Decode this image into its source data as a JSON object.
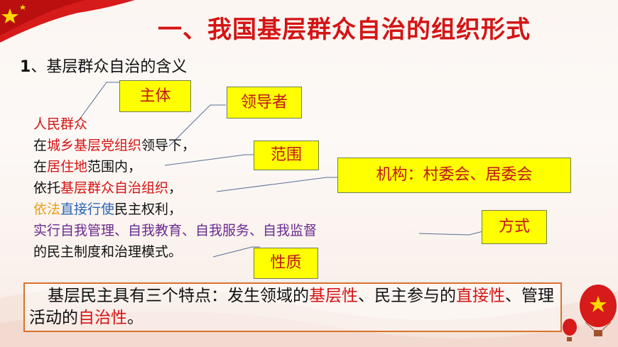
{
  "title": "一、我国基层群众自治的组织形式",
  "subtitle": {
    "num": "1",
    "text": "、基层群众自治的含义"
  },
  "labels": {
    "subject": "主体",
    "leader": "领导者",
    "scope": "范围",
    "organ": "机构：村委会、居委会",
    "method": "方式",
    "nature": "性质"
  },
  "definition": {
    "line1": "人民群众",
    "line2_a": "在",
    "line2_b": "城乡基层党组织",
    "line2_c": "领导下，",
    "line3_a": "在",
    "line3_b": "居住地",
    "line3_c": "范围内，",
    "line4_a": "依托",
    "line4_b": "基层群众自治组织",
    "line4_c": "，",
    "line5_a": "依法",
    "line5_b": "直接行使",
    "line5_c": "民主权利，",
    "line6": "实行自我管理、自我教育、自我服务、自我监督",
    "line7": "的民主制度和治理模式。"
  },
  "traits": {
    "a": "基层民主具有三个特点：发生领域的",
    "b": "基层性",
    "c": "、民主参与的",
    "d": "直接性",
    "e": "、管理活动的",
    "f": "自治性",
    "g": "。"
  },
  "colors": {
    "title_red": "#d41414",
    "label_bg": "#ffff00",
    "label_text": "#c0161b",
    "orange": "#e6a21b",
    "blue": "#2b65b5",
    "purple": "#6b2a8f",
    "border": "#d9722b"
  }
}
